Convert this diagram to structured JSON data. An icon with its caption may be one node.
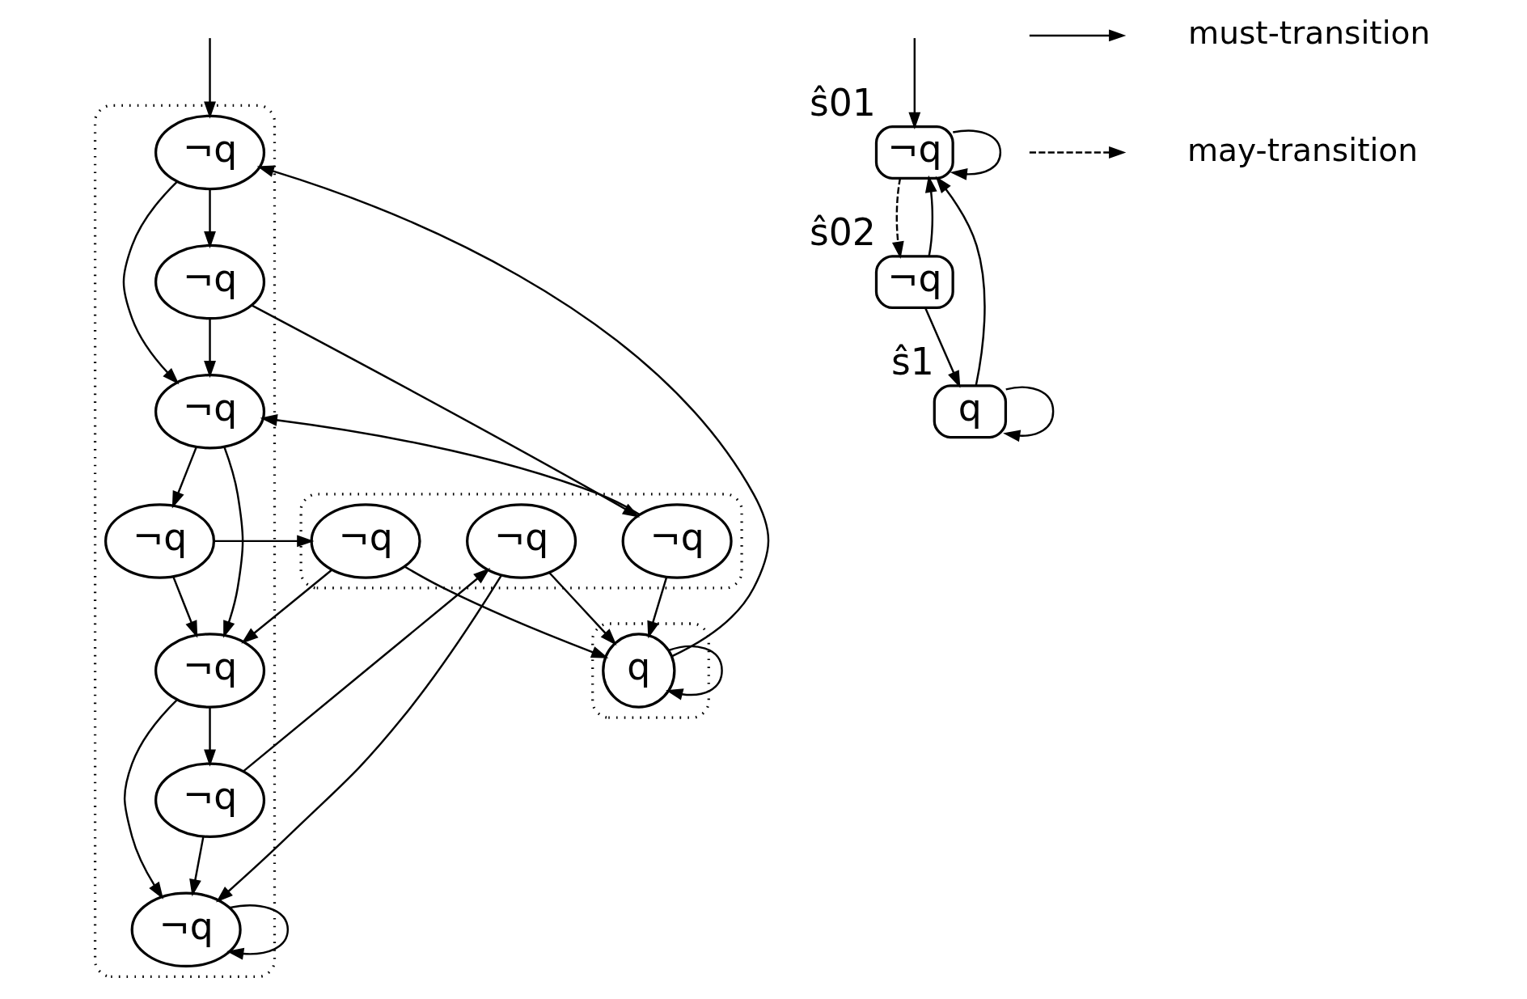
{
  "diagram": {
    "nodes": [
      {
        "text": [],
        "shape": "box"
      },
      {
        "text": [
          "¬q"
        ],
        "in": 0
      },
      {
        "text": [
          "¬q"
        ],
        "in": 0
      },
      {
        "text": [
          "¬q"
        ],
        "in": 0
      },
      {
        "text": [
          "¬q"
        ],
        "in": 0
      },
      {
        "text": [
          "¬q"
        ],
        "in": 0
      },
      {
        "text": [
          "¬q"
        ],
        "in": 0
      },
      {
        "text": [
          "¬q"
        ],
        "in": 0
      },
      {
        "text": [],
        "shape": "box"
      },
      {
        "text": [
          "¬q"
        ],
        "in": 8
      },
      {
        "text": [
          "¬q"
        ],
        "in": 8
      },
      {
        "text": [
          "¬q"
        ],
        "in": 8
      },
      {
        "text": [],
        "shape": "box"
      },
      {
        "text": [
          "q"
        ],
        "in": 12
      },
      {
        "text": [
          "¬q"
        ],
        "beside": [
          "ŝ01"
        ]
      },
      {
        "text": [
          "¬q"
        ],
        "beside": [
          "ŝ02"
        ]
      },
      {
        "text": [
          "q"
        ],
        "beside": [
          "ŝ1"
        ]
      }
    ],
    "edges": [
      {
        "from": null,
        "to": 1,
        "arrow": "to"
      },
      {
        "from": 1,
        "to": 2,
        "arrow": "to"
      },
      {
        "from": 2,
        "to": 9,
        "arrow": "to"
      },
      {
        "from": 1,
        "to": 3,
        "arrow": "to"
      },
      {
        "from": 2,
        "to": 3,
        "arrow": "to"
      },
      {
        "from": 9,
        "to": 3,
        "arrow": "to"
      },
      {
        "from": 9,
        "to": 13,
        "arrow": "to"
      },
      {
        "from": 13,
        "to": 1,
        "arrow": "to"
      },
      {
        "from": 3,
        "to": 4,
        "arrow": "to"
      },
      {
        "from": 4,
        "to": 10,
        "arrow": "to"
      },
      {
        "from": 10,
        "to": 13,
        "arrow": "to"
      },
      {
        "from": 3,
        "to": 5,
        "arrow": "to"
      },
      {
        "from": 4,
        "to": 5,
        "arrow": "to"
      },
      {
        "from": 10,
        "to": 5,
        "arrow": "to"
      },
      {
        "from": 5,
        "to": 6,
        "arrow": "to"
      },
      {
        "from": 6,
        "to": 11,
        "arrow": "to"
      },
      {
        "from": 11,
        "to": 13,
        "arrow": "to"
      },
      {
        "from": 5,
        "to": 7,
        "arrow": "to"
      },
      {
        "from": 6,
        "to": 7,
        "arrow": "to"
      },
      {
        "from": 11,
        "to": 7,
        "arrow": "to"
      },
      {
        "from": 7,
        "to": 7,
        "arrow": "to"
      },
      {
        "from": 13,
        "to": 13,
        "arrow": "to"
      },
      {
        "from": null,
        "to": 14,
        "arrow": "to"
      },
      {
        "from": 14,
        "to": 14,
        "arrow": "to"
      },
      {
        "from": 16,
        "to": 14,
        "arrow": "to"
      },
      {
        "from": 16,
        "to": 16,
        "arrow": "to"
      },
      {
        "from": 15,
        "to": 14,
        "arrow": "to"
      },
      {
        "from": 14,
        "to": 15,
        "arrow": "to",
        "style": "dashed"
      },
      {
        "from": 15,
        "to": 16,
        "arrow": "to"
      }
    ],
    "legend": [
      {
        "text": "must-transition"
      },
      {
        "text": "may-transition"
      }
    ]
  }
}
